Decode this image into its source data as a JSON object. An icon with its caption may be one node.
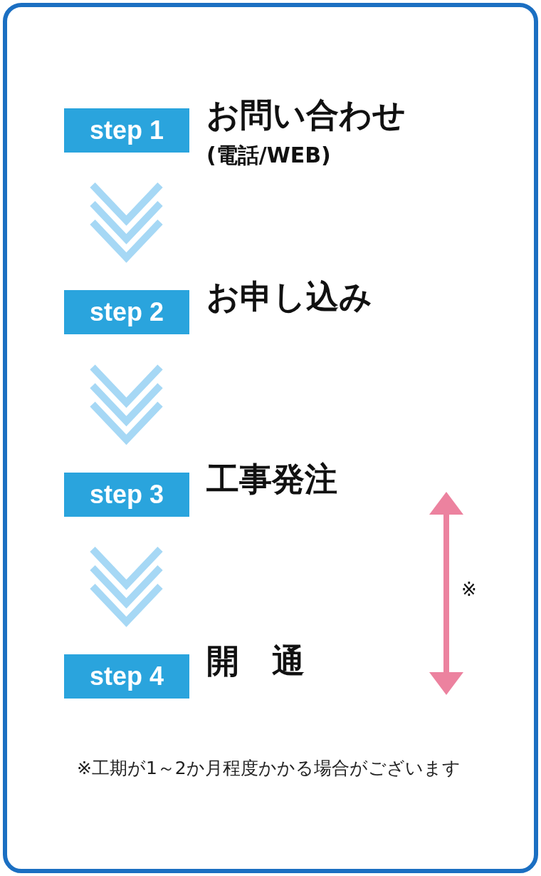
{
  "diagram": {
    "nodes": [
      {
        "text": [
          "step 1"
        ],
        "beside": [
          "お問い合わせ",
          "(電話/WEB)"
        ]
      },
      {
        "text": [
          "step 2"
        ],
        "beside": [
          "お申し込み"
        ]
      },
      {
        "text": [
          "step 3"
        ],
        "beside": [
          "工事発注"
        ]
      },
      {
        "text": [
          "step 4"
        ],
        "beside": [
          "開　通"
        ]
      }
    ],
    "edges": [
      {
        "from": 0,
        "to": 1,
        "arrow": "to"
      },
      {
        "from": 1,
        "to": 2,
        "arrow": "to"
      },
      {
        "from": 2,
        "to": 3,
        "arrow": "to"
      }
    ],
    "labels": [
      "※",
      "※工期が1～2か月程度かかる場合がございます"
    ]
  }
}
